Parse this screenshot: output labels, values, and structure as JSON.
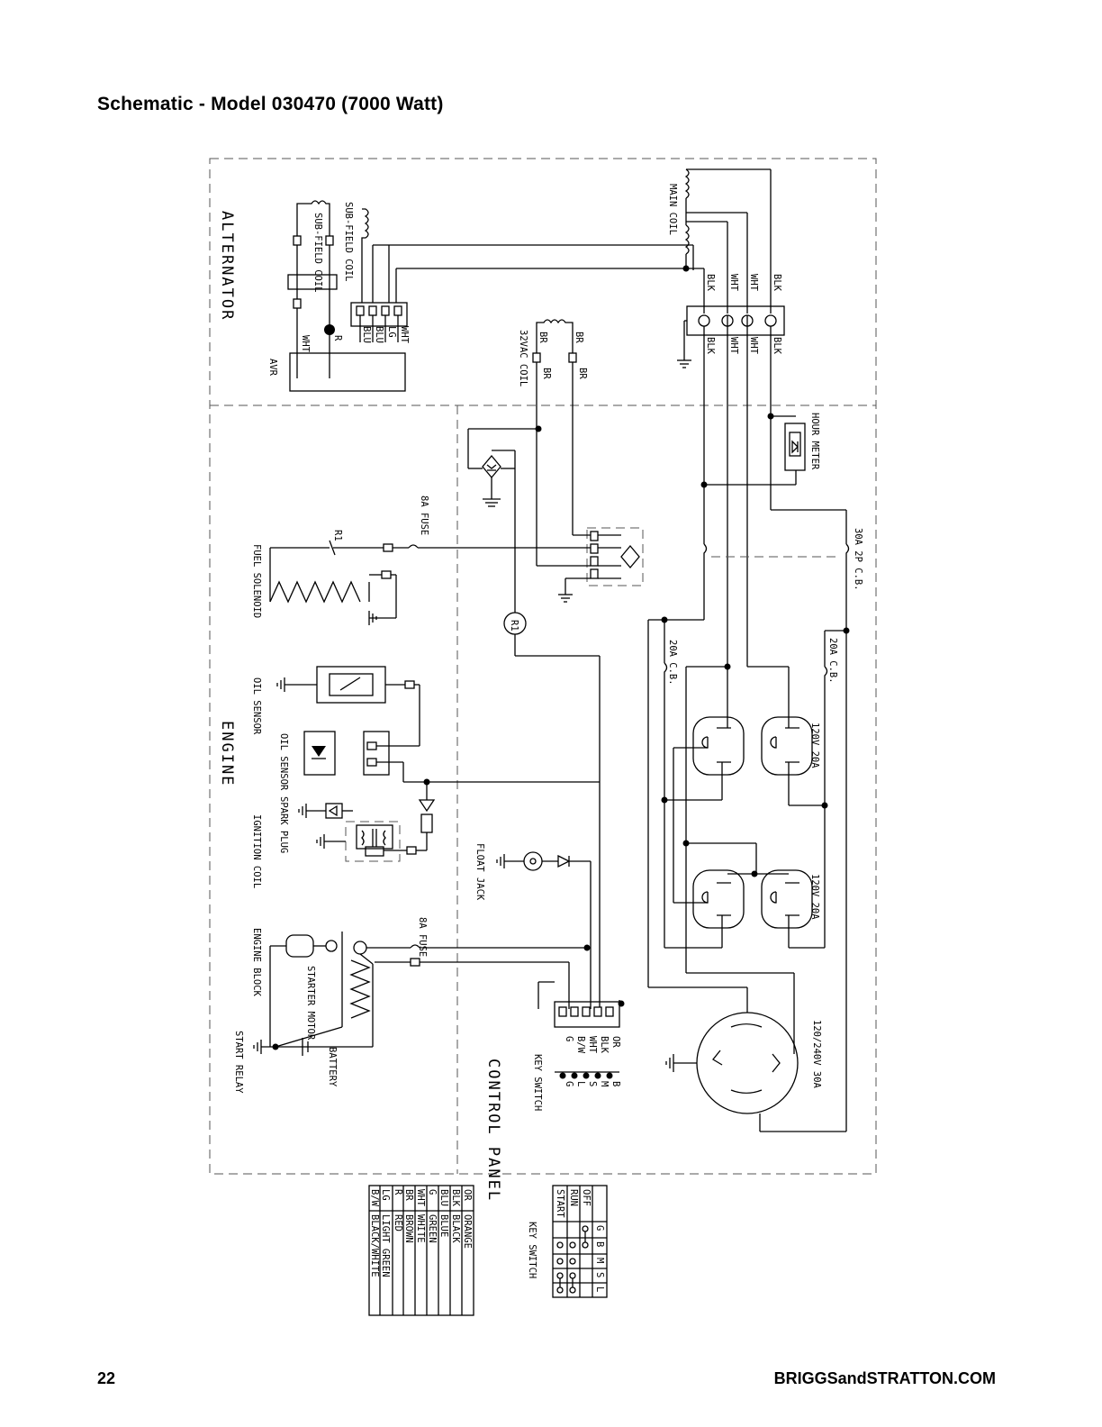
{
  "title": "Schematic - Model 030470 (7000 Watt)",
  "page_number": "22",
  "website": "BRIGGSandSTRATTON.COM",
  "sections": {
    "alternator": "ALTERNATOR",
    "engine": "ENGINE",
    "control_panel": "CONTROL PANEL"
  },
  "labels": {
    "main_coil": "MAIN COIL",
    "sub_field_coil_a": "SUB-FIELD COIL",
    "sub_field_coil_b": "SUB-FIELD COIL",
    "avr": "AVR",
    "vac_coil": "32VAC COIL",
    "hour_meter": "HOUR METER",
    "fuse_top": "8A FUSE",
    "fuse_bottom": "8A FUSE",
    "cb_30a": "30A 2P C.B.",
    "cb_20a_left": "20A C.B.",
    "cb_20a_right": "20A C.B.",
    "fuel_solenoid": "FUEL SOLENOID",
    "oil_sensor_a": "OIL SENSOR",
    "oil_sensor_b": "OIL SENSOR",
    "spark_plug": "SPARK PLUG",
    "ignition_coil": "IGNITION COIL",
    "float_jack": "FLOAT JACK",
    "engine_block": "ENGINE BLOCK",
    "starter_motor": "STARTER MOTOR",
    "start_relay": "START RELAY",
    "battery": "BATTERY",
    "key_switch": "KEY SWITCH",
    "receptacle_upper": "120V 20A",
    "receptacle_lower": "120V 20A",
    "receptacle_twistlock": "120/240V 30A",
    "r1_a": "R1",
    "r1_b": "R1"
  },
  "wire_tags": {
    "wht": "WHT",
    "r": "R",
    "blu": "BLU",
    "lg": "LG",
    "blk": "BLK",
    "br": "BR",
    "g": "G",
    "bw": "B/W",
    "or": "OR"
  },
  "key_pins": [
    "G",
    "L",
    "S",
    "M",
    "B"
  ],
  "color_legend": {
    "rows": [
      {
        "code": "OR",
        "name": "ORANGE"
      },
      {
        "code": "BLK",
        "name": "BLACK"
      },
      {
        "code": "BLU",
        "name": "BLUE"
      },
      {
        "code": "G",
        "name": "GREEN"
      },
      {
        "code": "WHT",
        "name": "WHITE"
      },
      {
        "code": "BR",
        "name": "BROWN"
      },
      {
        "code": "R",
        "name": "RED"
      },
      {
        "code": "LG",
        "name": "LIGHT GREEN"
      },
      {
        "code": "B/W",
        "name": "BLACK/WHITE"
      }
    ]
  },
  "key_switch_table": {
    "title": "KEY SWITCH",
    "columns": [
      "G",
      "B",
      "M",
      "S",
      "L"
    ],
    "rows": [
      "OFF",
      "RUN",
      "START"
    ]
  }
}
